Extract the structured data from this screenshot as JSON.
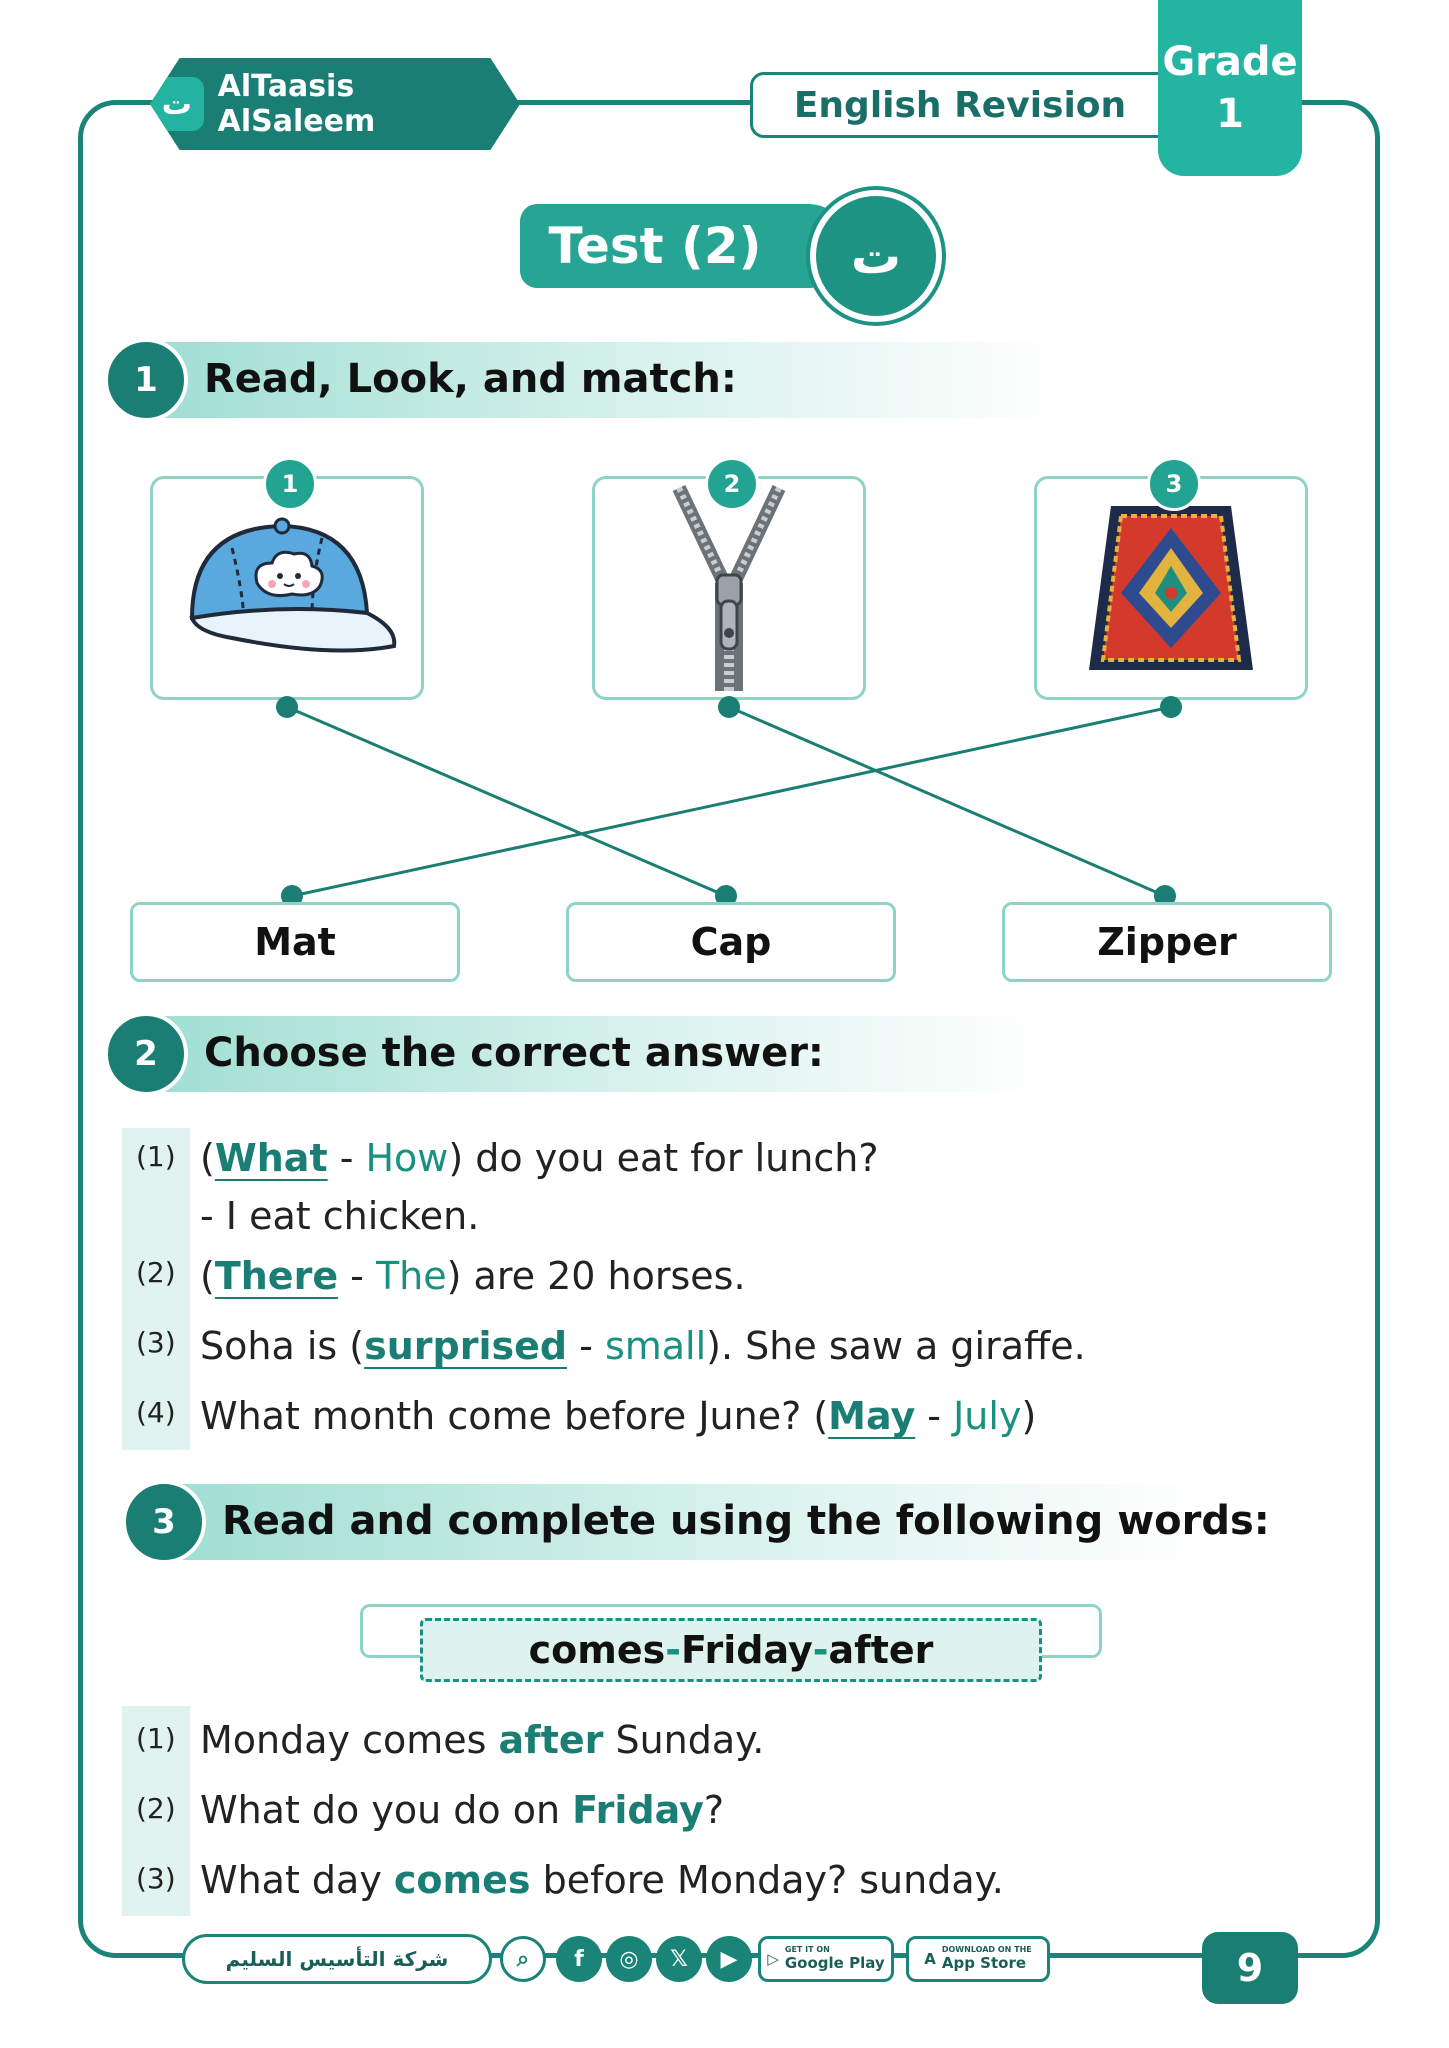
{
  "header": {
    "logo_text": "AlTaasis AlSaleem",
    "revision_label": "English Revision",
    "grade_label": "Grade",
    "grade_value": "1"
  },
  "test_title": "Test (2)",
  "section1": {
    "number": "1",
    "title": "Read, Look, and match:",
    "cards": [
      {
        "number": "1",
        "picture": "cap-picture"
      },
      {
        "number": "2",
        "picture": "zipper-picture"
      },
      {
        "number": "3",
        "picture": "carpet-picture"
      }
    ],
    "words": [
      "Mat",
      "Cap",
      "Zipper"
    ],
    "matches": [
      {
        "from_card": "1",
        "to_word": "Cap"
      },
      {
        "from_card": "2",
        "to_word": "Zipper"
      },
      {
        "from_card": "3",
        "to_word": "Mat"
      }
    ]
  },
  "section2": {
    "number": "2",
    "title": "Choose the correct answer:",
    "questions": [
      {
        "num": "(1)",
        "pre": "(",
        "ans": "What",
        "sep": " - ",
        "opt": "How",
        "post": ") do you eat for lunch?",
        "line2": "- I eat chicken."
      },
      {
        "num": "(2)",
        "pre": "(",
        "ans": "There",
        "sep": " - ",
        "opt": "The",
        "post": ") are 20 horses."
      },
      {
        "num": "(3)",
        "pre": "Soha is (",
        "ans": "surprised",
        "sep": " - ",
        "opt": "small",
        "post": "). She saw a giraffe."
      },
      {
        "num": "(4)",
        "pre": "What month come before June? (",
        "ans": "May",
        "sep": " - ",
        "opt": "July",
        "post": ")"
      }
    ]
  },
  "section3": {
    "number": "3",
    "title": "Read and complete using the following words:",
    "word_bank": {
      "w1": "comes",
      "sep1": " - ",
      "w2": "Friday",
      "sep2": " - ",
      "w3": "after"
    },
    "sentences": [
      {
        "num": "(1)",
        "pre": "Monday comes ",
        "fill": "after",
        "post": " Sunday."
      },
      {
        "num": "(2)",
        "pre": "What do you do on ",
        "fill": "Friday",
        "post": "?"
      },
      {
        "num": "(3)",
        "pre": "What day ",
        "fill": "comes",
        "post": " before Monday? sunday."
      }
    ]
  },
  "footer": {
    "company_arabic": "شركة التأسيس السليم",
    "google_play_small": "GET IT ON",
    "google_play": "Google Play",
    "app_store_small": "DOWNLOAD ON THE",
    "app_store": "App Store",
    "page_number": "9"
  },
  "colors": {
    "primary": "#1a7e74",
    "accent": "#23b5a1",
    "light": "#dff3ee"
  }
}
